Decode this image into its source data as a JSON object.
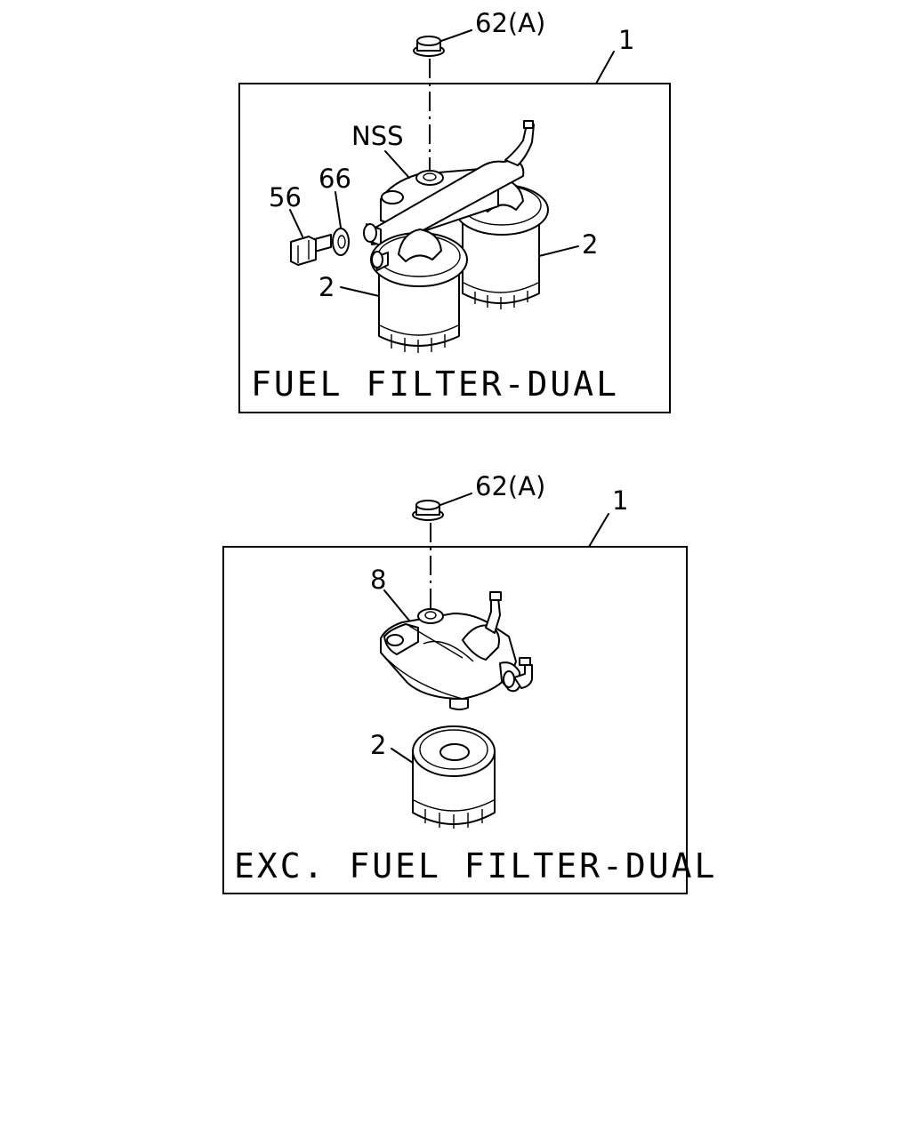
{
  "panel_dual": {
    "title": "FUEL FILTER-DUAL",
    "callouts": {
      "nut": "62(A)",
      "assembly": "1",
      "head": "NSS",
      "washer": "66",
      "bolt": "56",
      "element_left": "2",
      "element_right": "2"
    }
  },
  "panel_single": {
    "title": "EXC. FUEL FILTER-DUAL",
    "callouts": {
      "nut": "62(A)",
      "assembly": "1",
      "head": "8",
      "element": "2"
    }
  }
}
